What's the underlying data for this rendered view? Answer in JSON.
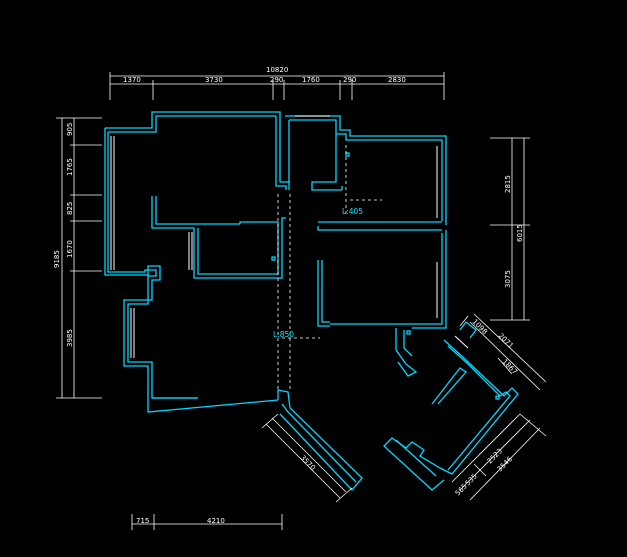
{
  "top_dims": {
    "total": "10820",
    "d1": "1370",
    "d2": "3730",
    "d3": "290",
    "d4": "1760",
    "d5": "290",
    "d6": "2830"
  },
  "left_dims": {
    "total": "9185",
    "d1": "905",
    "d2": "1765",
    "d3": "825",
    "d4": "1670",
    "d5": "3985"
  },
  "right_dims": {
    "total": "6015",
    "d1": "2815",
    "d2": "3075"
  },
  "diag_dims": {
    "a": "1098",
    "b": "2071",
    "c": "1867",
    "d": "2523",
    "e": "3546",
    "f": "565",
    "g": "535",
    "h": "3570"
  },
  "bottom_dims": {
    "d1": "715",
    "d2": "4210"
  },
  "labels": {
    "l1": "L:405",
    "l2": "L:850"
  },
  "colors": {
    "wall": "#00d8ff",
    "dimension": "#ffffff",
    "background": "#000000"
  }
}
